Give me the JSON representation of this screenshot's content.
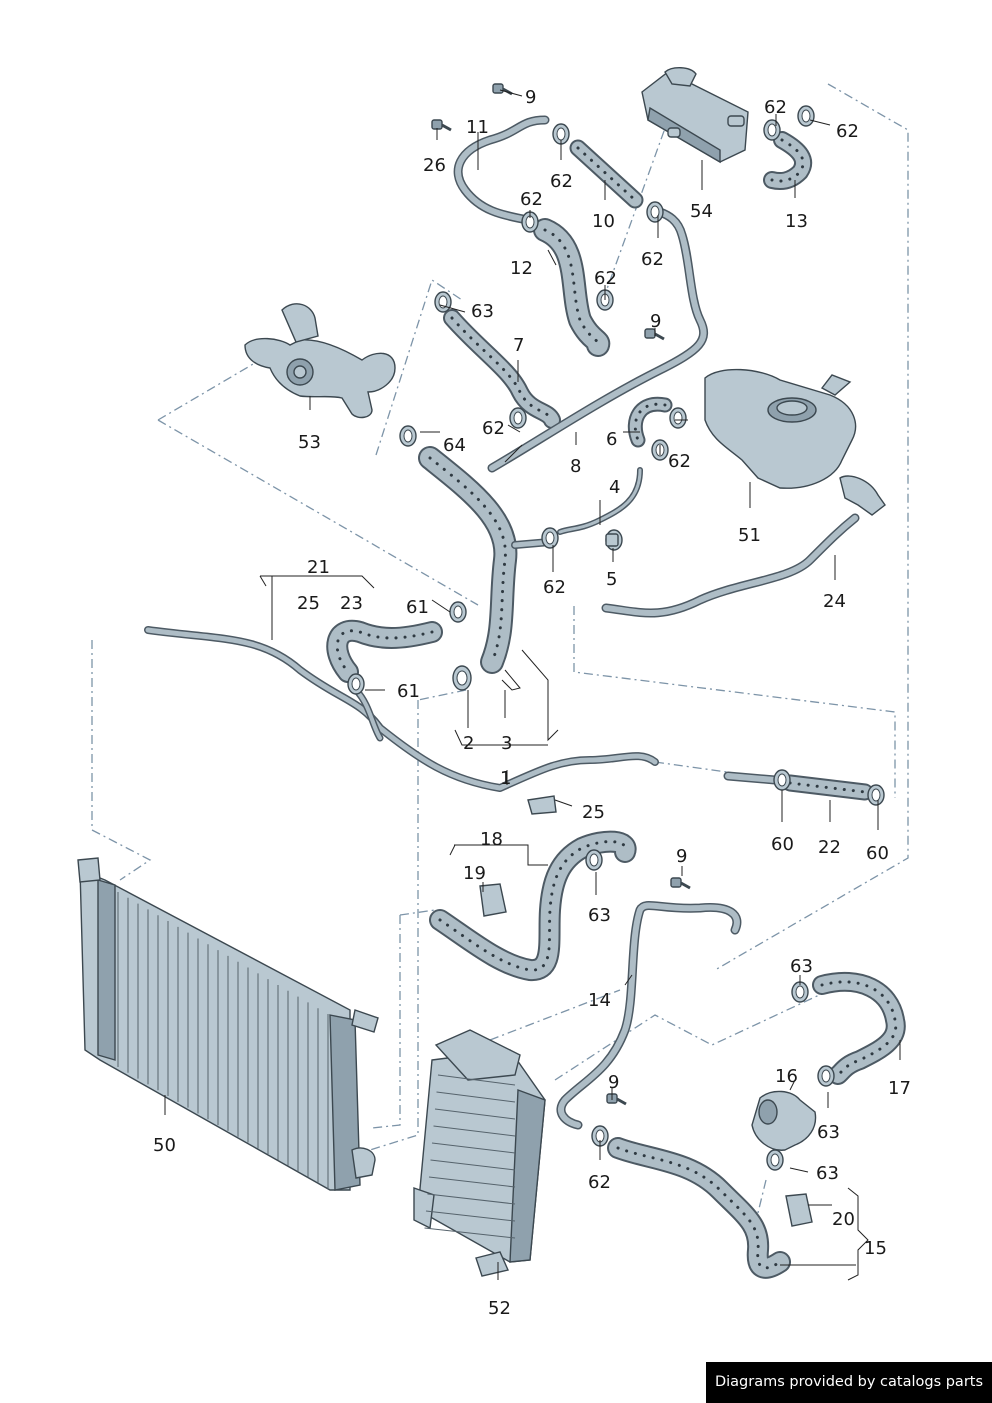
{
  "labels": {
    "l1": "1",
    "l2": "2",
    "l3": "3",
    "l4": "4",
    "l5": "5",
    "l6": "6",
    "l7": "7",
    "l8": "8",
    "l9a": "9",
    "l9b": "9",
    "l9c": "9",
    "l9d": "9",
    "l10": "10",
    "l11": "11",
    "l12": "12",
    "l13": "13",
    "l14": "14",
    "l15": "15",
    "l16": "16",
    "l17": "17",
    "l18": "18",
    "l19": "19",
    "l20": "20",
    "l21": "21",
    "l22": "22",
    "l23": "23",
    "l24": "24",
    "l25a": "25",
    "l25b": "25",
    "l26": "26",
    "l50": "50",
    "l51": "51",
    "l52": "52",
    "l53": "53",
    "l54": "54",
    "l60a": "60",
    "l60b": "60",
    "l61a": "61",
    "l61b": "61",
    "l62a": "62",
    "l62b": "62",
    "l62c": "62",
    "l62d": "62",
    "l62e": "62",
    "l62f": "62",
    "l62g": "62",
    "l62h": "62",
    "l62i": "62",
    "l62j": "62",
    "l63a": "63",
    "l63b": "63",
    "l63c": "63",
    "l63d": "63",
    "l63e": "63",
    "l64": "64"
  },
  "footer": {
    "text": "Diagrams provided by catalogs parts"
  },
  "colors": {
    "part_fill": "#b9c8d1",
    "outline": "#3c4850",
    "dash_line": "#7d94a8",
    "footer_bg": "#000000"
  }
}
